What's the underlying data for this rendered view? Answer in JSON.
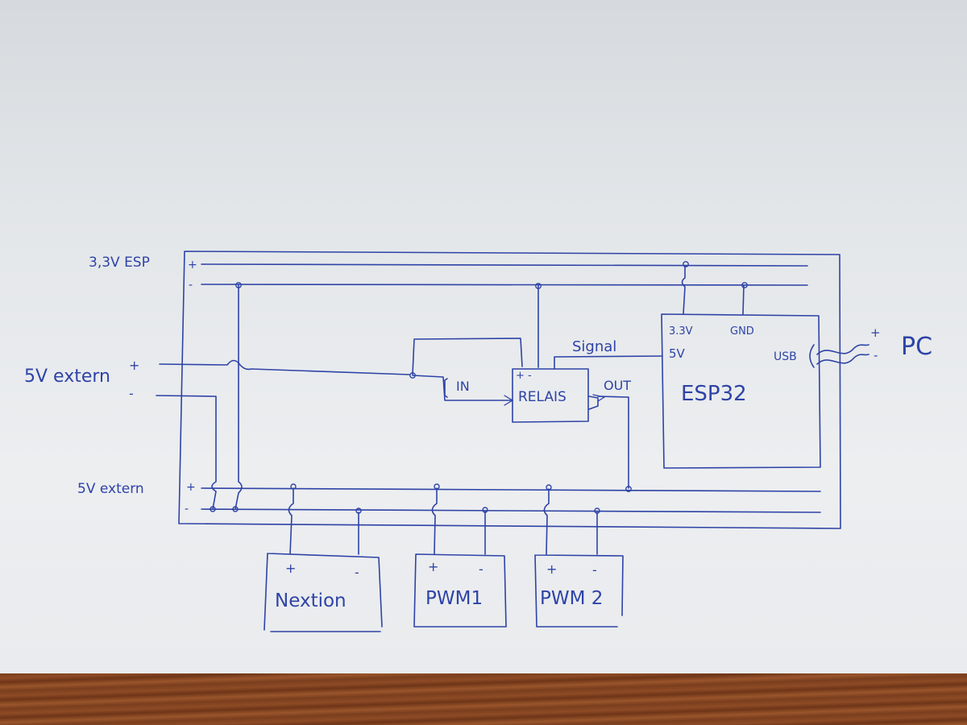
{
  "rails": {
    "top_label": "3,3V ESP",
    "top_plus": "+",
    "top_minus": "-",
    "bottom_label": "5V extern",
    "bottom_plus": "+",
    "bottom_minus": "-"
  },
  "input": {
    "label": "5V extern",
    "plus": "+",
    "minus": "-"
  },
  "relais": {
    "label": "RELAIS",
    "pins": "+ -",
    "in_label": "IN",
    "out_label": "OUT",
    "signal_label": "Signal"
  },
  "esp32": {
    "label": "ESP32",
    "pin_33v": "3.3V",
    "pin_gnd": "GND",
    "pin_5v": "5V",
    "usb": "USB"
  },
  "pc": {
    "label": "PC",
    "plus": "+",
    "minus": "-"
  },
  "devices": [
    {
      "name": "Nextion",
      "plus": "+",
      "minus": "-"
    },
    {
      "name": "PWM1",
      "plus": "+",
      "minus": "-"
    },
    {
      "name": "PWM 2",
      "plus": "+",
      "minus": "-"
    }
  ],
  "colors": {
    "ink": "#2e43a6",
    "paper": "#e9ecef",
    "desk": "#7a3e1e"
  }
}
